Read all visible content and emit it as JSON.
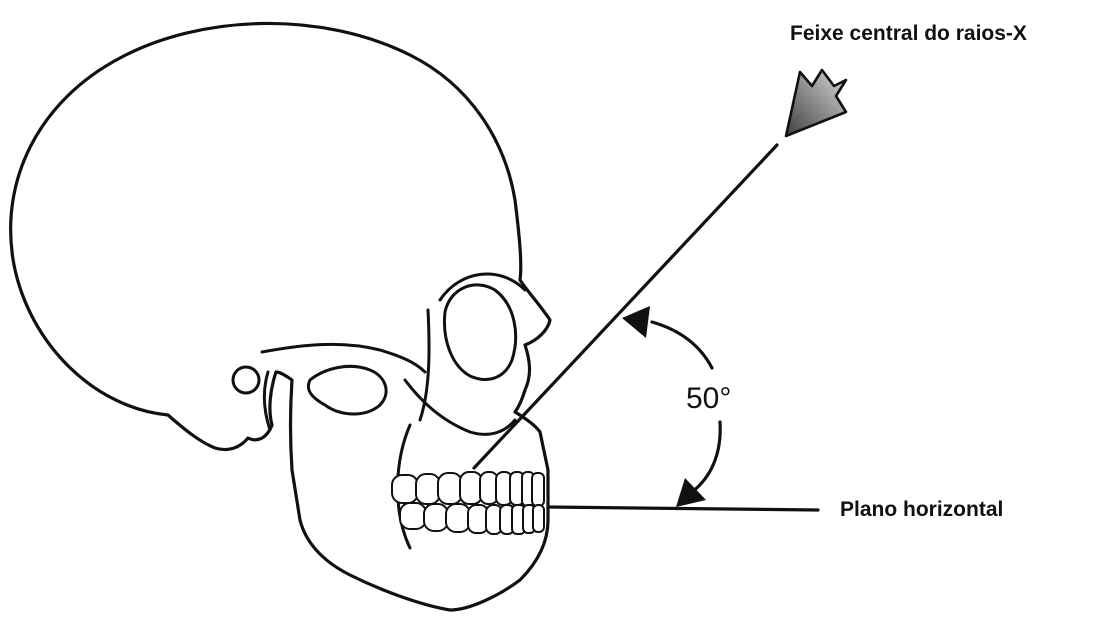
{
  "labels": {
    "beam": "Feixe central do raios-X",
    "angle": "50°",
    "plane": "Plano horizontal"
  },
  "colors": {
    "skull_fill": "#e9e9e9",
    "teeth_fill": "#ffffff",
    "outline": "#111111",
    "arrowhead_dark": "#4a4a4a",
    "arrowhead_light": "#d0d0d0"
  }
}
